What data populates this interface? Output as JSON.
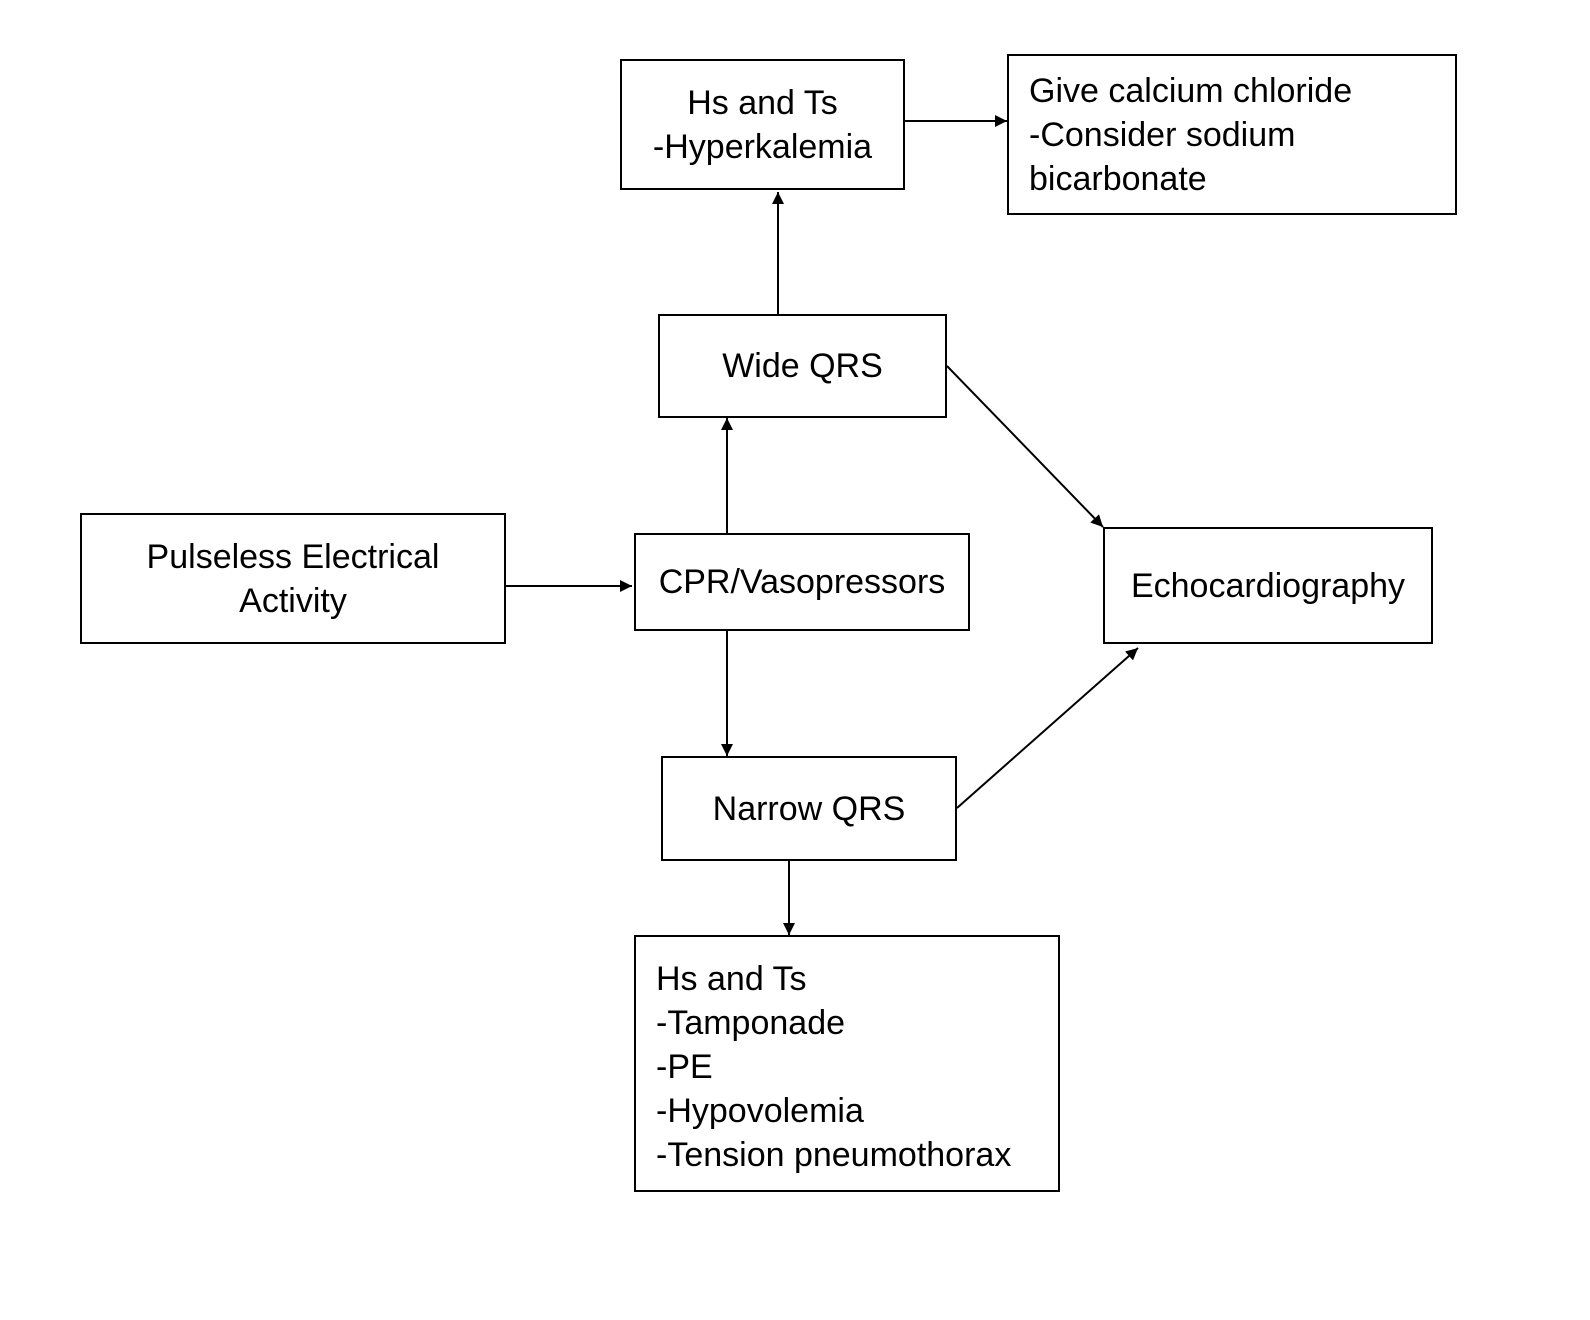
{
  "nodes": {
    "pea": {
      "lines": [
        "Pulseless Electrical",
        "Activity"
      ]
    },
    "cpr": {
      "lines": [
        "CPR/Vasopressors"
      ]
    },
    "wide": {
      "lines": [
        "Wide QRS"
      ]
    },
    "narrow": {
      "lines": [
        "Narrow QRS"
      ]
    },
    "hyperk": {
      "lines": [
        "Hs and Ts",
        "-Hyperkalemia"
      ]
    },
    "calcium": {
      "lines": [
        "Give calcium chloride",
        "-Consider sodium",
        "bicarbonate"
      ]
    },
    "echo": {
      "lines": [
        "Echocardiography"
      ]
    },
    "narrow_causes": {
      "lines": [
        "Hs and Ts",
        "-Tamponade",
        "-PE",
        "-Hypovolemia",
        "-Tension pneumothorax"
      ]
    }
  },
  "edges": [
    {
      "from": "pea",
      "to": "cpr"
    },
    {
      "from": "cpr",
      "to": "wide"
    },
    {
      "from": "cpr",
      "to": "narrow"
    },
    {
      "from": "wide",
      "to": "hyperk"
    },
    {
      "from": "hyperk",
      "to": "calcium"
    },
    {
      "from": "wide",
      "to": "echo"
    },
    {
      "from": "narrow",
      "to": "echo"
    },
    {
      "from": "narrow",
      "to": "narrow_causes"
    }
  ]
}
